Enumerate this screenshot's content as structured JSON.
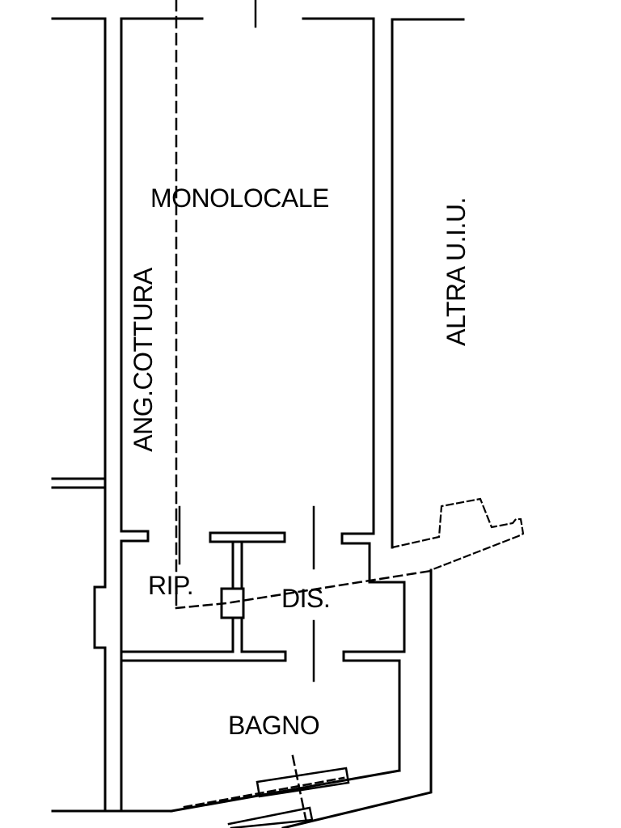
{
  "colors": {
    "background": "#ffffff",
    "line": "#000000",
    "text": "#000000"
  },
  "rooms": [
    {
      "id": "monolocale",
      "label": "MONOLOCALE",
      "orientation": "horizontal"
    },
    {
      "id": "ang-cottura",
      "label": "ANG.COTTURA",
      "orientation": "vertical"
    },
    {
      "id": "altra-uiu",
      "label": "ALTRA U.I.U.",
      "orientation": "vertical"
    },
    {
      "id": "rip",
      "label": "RIP.",
      "orientation": "horizontal"
    },
    {
      "id": "dis",
      "label": "DIS.",
      "orientation": "horizontal"
    },
    {
      "id": "bagno",
      "label": "BAGNO",
      "orientation": "horizontal"
    }
  ]
}
